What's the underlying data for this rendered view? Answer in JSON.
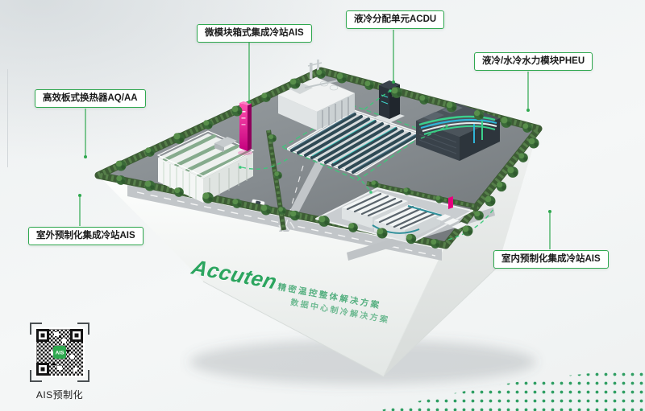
{
  "diagram": {
    "callouts": [
      {
        "id": "micro-module-station",
        "text": "微模块箱式集成冷站AIS"
      },
      {
        "id": "acdu-unit",
        "text": "液冷分配单元ACDU"
      },
      {
        "id": "pheu-module",
        "text": "液冷/水冷水力模块PHEU"
      },
      {
        "id": "plate-heat-exchanger",
        "text": "高效板式换热器AQ/AA"
      },
      {
        "id": "outdoor-station",
        "text": "室外预制化集成冷站AIS"
      },
      {
        "id": "indoor-station",
        "text": "室内预制化集成冷站AIS"
      }
    ],
    "brand": {
      "logo": "Accuten",
      "tagline_a": "精密温控整体解决方案",
      "tagline_b": "数据中心制冷解决方案"
    },
    "qr": {
      "caption": "AIS预制化",
      "logo_text": "AIS"
    },
    "colors": {
      "accent_green": "#2fa84f",
      "dash_green": "#3bc97a",
      "hedge_green": "#3d5c35",
      "magenta": "#e6007e",
      "platform_gray": "#8b9194",
      "dot_green": "#2e9e62"
    }
  }
}
